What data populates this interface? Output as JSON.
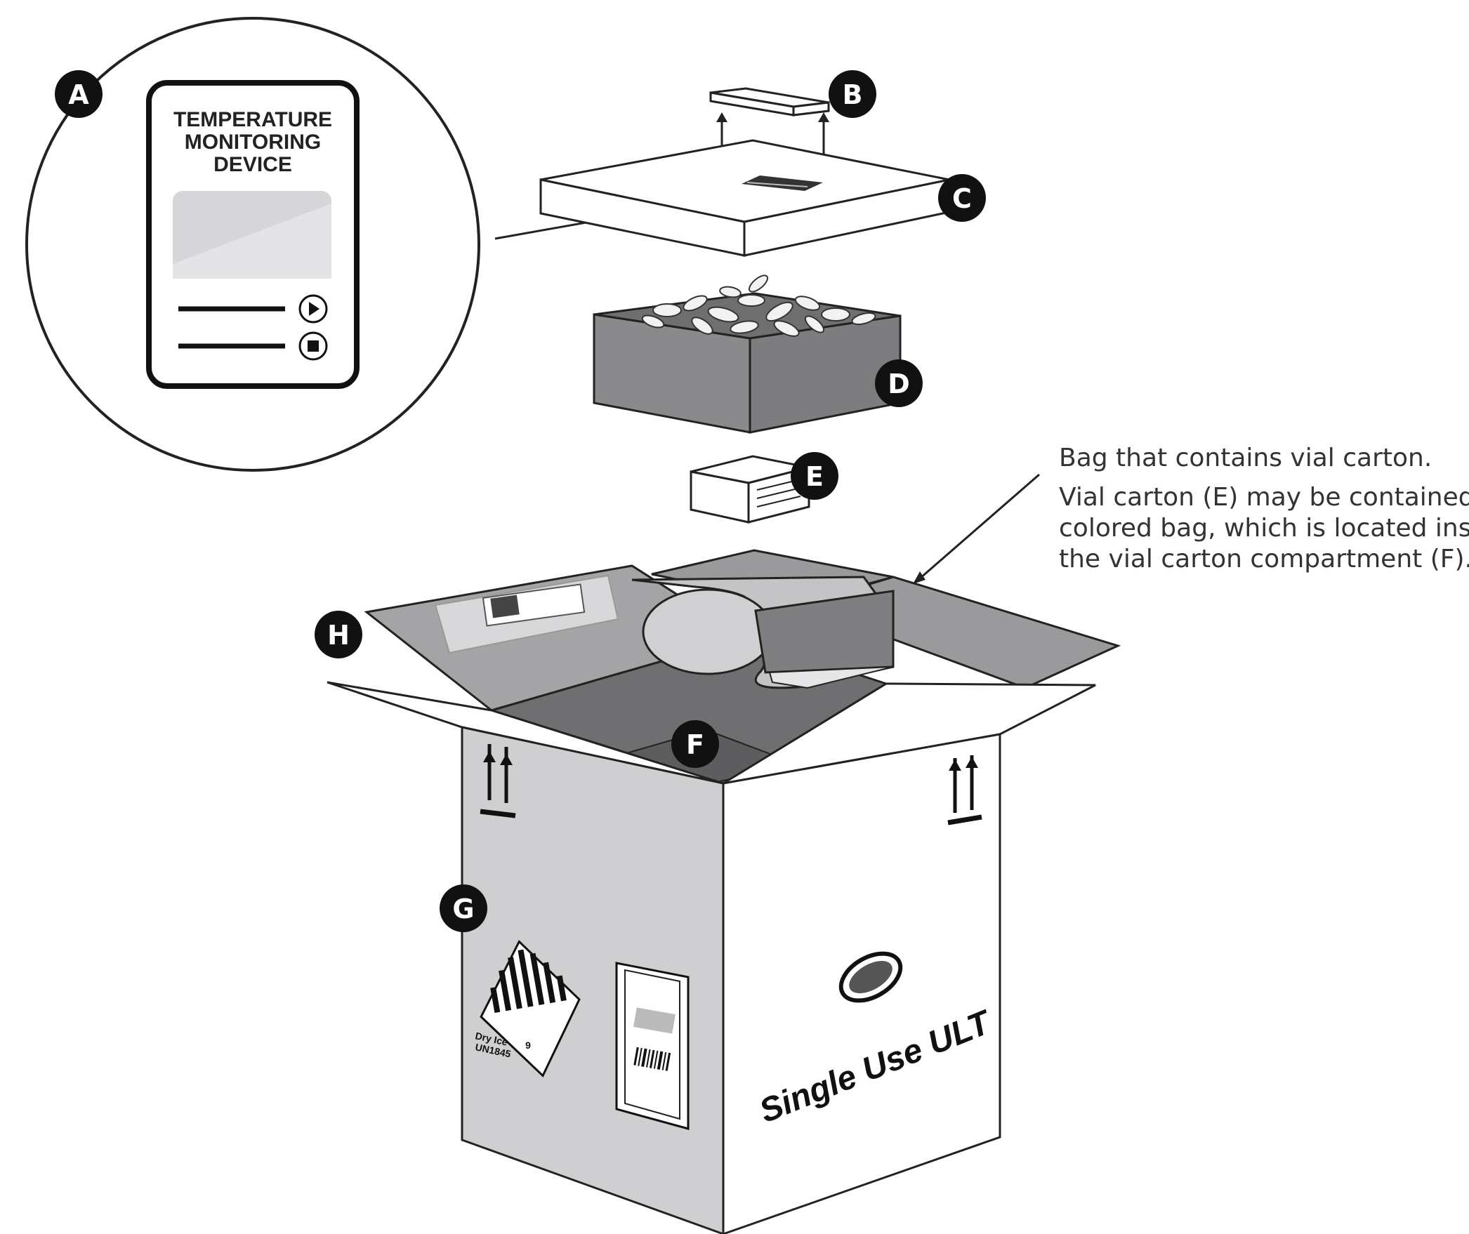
{
  "device": {
    "title_line1": "TEMPERATURE",
    "title_line2": "MONITORING",
    "title_line3": "DEVICE"
  },
  "badges": {
    "a": "A",
    "b": "B",
    "c": "C",
    "d": "D",
    "e": "E",
    "f": "F",
    "g": "G",
    "h": "H"
  },
  "callout": {
    "heading": "Bag that contains vial carton.",
    "line1": "Vial carton (E) may be contained in a",
    "line2": "colored bag, which is located inside",
    "line3": "the vial carton compartment (F)."
  },
  "box": {
    "brand": "Single Use ULT",
    "hazard_line1": "Dry Ice",
    "hazard_line2": "UN1845",
    "hazard_class": "9"
  },
  "colors": {
    "badge": "#111111",
    "outline": "#222222",
    "box_side": "#cfcfd1",
    "box_interior": "#7d7d80",
    "tray": "#8a8a8d",
    "flap": "#9a9a9d"
  }
}
